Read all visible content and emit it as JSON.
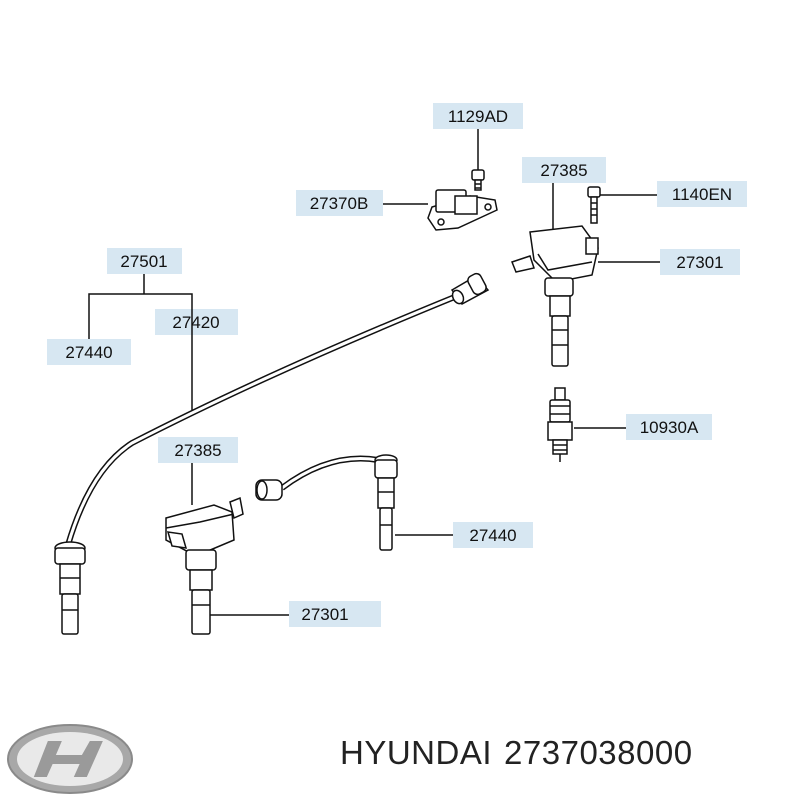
{
  "labels": {
    "l_1129AD": "1129AD",
    "l_27385_top": "27385",
    "l_1140EN": "1140EN",
    "l_27370B": "27370B",
    "l_27501": "27501",
    "l_27301_top": "27301",
    "l_27420": "27420",
    "l_27440_left": "27440",
    "l_10930A": "10930A",
    "l_27385_bottom": "27385",
    "l_27440_bottom": "27440",
    "l_27301_bottom": "27301"
  },
  "brand": {
    "name": "HYUNDAI",
    "part_number": "2737038000"
  },
  "colors": {
    "label_fill": "#d7e7f2",
    "line": "#111111",
    "logo": "#9a9a9a"
  }
}
